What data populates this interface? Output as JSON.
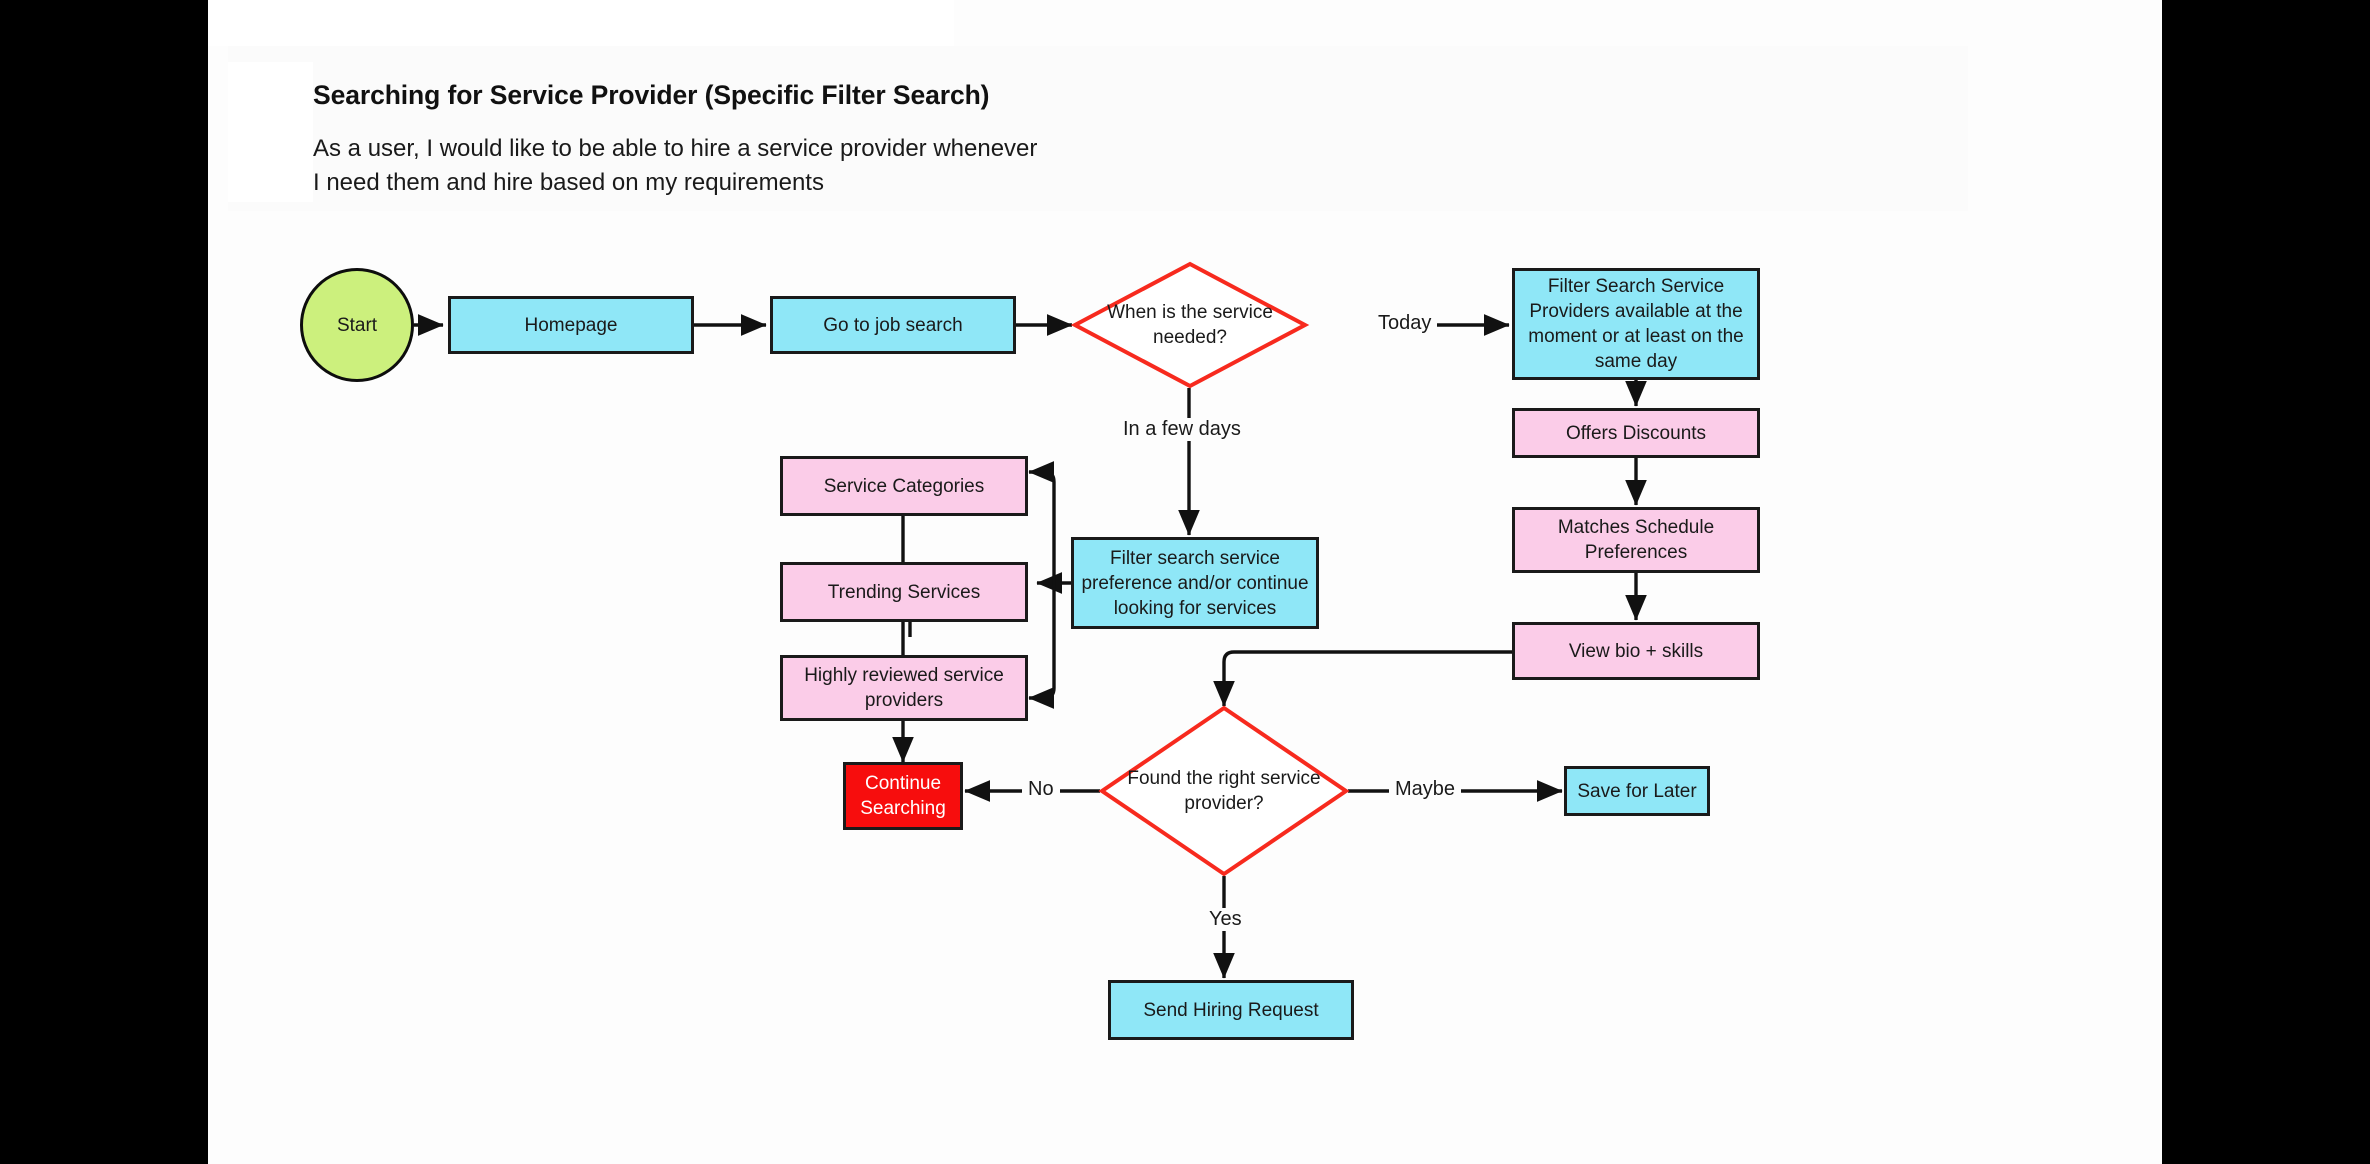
{
  "header": {
    "title": "Searching for Service Provider (Specific Filter Search)",
    "subtitle": "As a user, I would like to be able to hire a service provider whenever\nI need them and hire based on my requirements"
  },
  "colors": {
    "cyan": "#8FE7F7",
    "pink": "#FBCCE8",
    "green": "#CCF07D",
    "red_fill": "#F70D0D",
    "diamond_stroke": "#F72A1E",
    "node_stroke": "#1a1a1a",
    "page_bg": "#fdfdfd",
    "screen_bg": "#000000"
  },
  "chart_data": {
    "type": "diagram",
    "title": "Searching for Service Provider (Specific Filter Search)",
    "nodes": [
      {
        "id": "start",
        "label": "Start",
        "shape": "ellipse",
        "fill": "#CCF07D"
      },
      {
        "id": "homepage",
        "label": "Homepage",
        "shape": "rectangle",
        "fill": "#8FE7F7"
      },
      {
        "id": "jobsearch",
        "label": "Go to job search",
        "shape": "rectangle",
        "fill": "#8FE7F7"
      },
      {
        "id": "when",
        "label": "When is the service needed?",
        "shape": "diamond",
        "fill": "#ffffff"
      },
      {
        "id": "filter_today",
        "label": "Filter Search Service Providers available at the moment or at least on the same day",
        "shape": "rectangle",
        "fill": "#8FE7F7"
      },
      {
        "id": "discounts",
        "label": "Offers Discounts",
        "shape": "rectangle",
        "fill": "#FBCCE8"
      },
      {
        "id": "schedule",
        "label": "Matches Schedule Preferences",
        "shape": "rectangle",
        "fill": "#FBCCE8"
      },
      {
        "id": "bio",
        "label": "View bio + skills",
        "shape": "rectangle",
        "fill": "#FBCCE8"
      },
      {
        "id": "filter_pref",
        "label": "Filter search service preference and/or continue looking for services",
        "shape": "rectangle",
        "fill": "#8FE7F7"
      },
      {
        "id": "categories",
        "label": "Service Categories",
        "shape": "rectangle",
        "fill": "#FBCCE8"
      },
      {
        "id": "trending",
        "label": "Trending Services",
        "shape": "rectangle",
        "fill": "#FBCCE8"
      },
      {
        "id": "highly",
        "label": "Highly reviewed service providers",
        "shape": "rectangle",
        "fill": "#FBCCE8"
      },
      {
        "id": "continue",
        "label": "Continue Searching",
        "shape": "rectangle",
        "fill": "#F70D0D"
      },
      {
        "id": "found",
        "label": "Found the right service provider?",
        "shape": "diamond",
        "fill": "#ffffff"
      },
      {
        "id": "save",
        "label": "Save for Later",
        "shape": "rectangle",
        "fill": "#8FE7F7"
      },
      {
        "id": "send",
        "label": "Send Hiring Request",
        "shape": "rectangle",
        "fill": "#8FE7F7"
      }
    ],
    "edges": [
      {
        "from": "start",
        "to": "homepage",
        "label": ""
      },
      {
        "from": "homepage",
        "to": "jobsearch",
        "label": ""
      },
      {
        "from": "jobsearch",
        "to": "when",
        "label": ""
      },
      {
        "from": "when",
        "to": "filter_today",
        "label": "Today"
      },
      {
        "from": "when",
        "to": "filter_pref",
        "label": "In a few days"
      },
      {
        "from": "filter_today",
        "to": "discounts",
        "label": ""
      },
      {
        "from": "discounts",
        "to": "schedule",
        "label": ""
      },
      {
        "from": "schedule",
        "to": "bio",
        "label": ""
      },
      {
        "from": "bio",
        "to": "found",
        "label": ""
      },
      {
        "from": "filter_pref",
        "to": "categories",
        "label": ""
      },
      {
        "from": "filter_pref",
        "to": "trending",
        "label": ""
      },
      {
        "from": "filter_pref",
        "to": "highly",
        "label": ""
      },
      {
        "from": "categories",
        "to": "trending",
        "label": ""
      },
      {
        "from": "trending",
        "to": "highly",
        "label": ""
      },
      {
        "from": "highly",
        "to": "continue",
        "label": ""
      },
      {
        "from": "found",
        "to": "continue",
        "label": "No"
      },
      {
        "from": "found",
        "to": "save",
        "label": "Maybe"
      },
      {
        "from": "found",
        "to": "send",
        "label": "Yes"
      }
    ],
    "edge_labels": [
      "Today",
      "In a few days",
      "No",
      "Maybe",
      "Yes"
    ]
  },
  "nodes": {
    "start": "Start",
    "homepage": "Homepage",
    "jobsearch": "Go to job search",
    "when": "When is the service needed?",
    "filter_today": "Filter Search Service Providers available at the moment or at least on the same day",
    "discounts": "Offers Discounts",
    "schedule": "Matches Schedule Preferences",
    "bio": "View bio + skills",
    "filter_pref": "Filter search service preference and/or continue looking for services",
    "categories": "Service Categories",
    "trending": "Trending Services",
    "highly": "Highly reviewed service providers",
    "continue": "Continue Searching",
    "found": "Found the right service provider?",
    "save": "Save for Later",
    "send": "Send Hiring Request"
  },
  "labels": {
    "today": "Today",
    "in_a_few_days": "In a few days",
    "no": "No",
    "maybe": "Maybe",
    "yes": "Yes"
  }
}
